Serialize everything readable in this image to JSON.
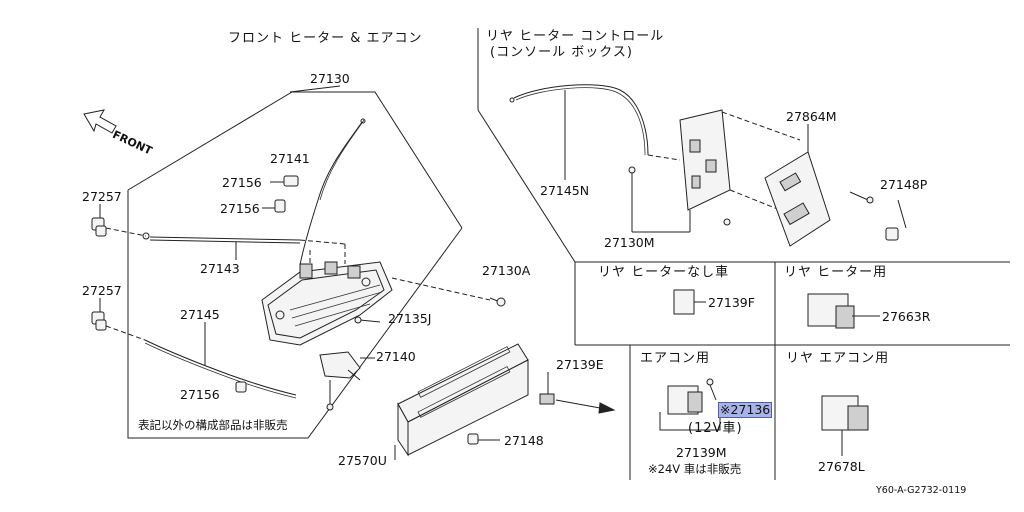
{
  "titles": {
    "front": "フロント ヒーター & エアコン",
    "rear_line1": "リヤ ヒーター コントロール",
    "rear_line2": "(コンソール ボックス)"
  },
  "front_label": "FRONT",
  "callouts": {
    "p27130": "27130",
    "p27141": "27141",
    "p27156a": "27156",
    "p27156b": "27156",
    "p27257a": "27257",
    "p27143": "27143",
    "p27257b": "27257",
    "p27145": "27145",
    "p27156c": "27156",
    "p27130A": "27130A",
    "p27135J": "27135J",
    "p27140": "27140",
    "p27139E": "27139E",
    "p27148a": "27148",
    "p27570U": "27570U",
    "p27145N": "27145N",
    "p27130M": "27130M",
    "p27864M": "27864M",
    "p27148b": "27148P",
    "p27139F": "27139F",
    "p27663R": "27663R",
    "p27136": "※27136",
    "p27139M": "27139M",
    "p27678L": "27678L"
  },
  "notes": {
    "not_sold": "表記以外の構成部品は非販売",
    "rear_heater_none": "リヤ ヒーターなし車",
    "rear_heater_for": "リヤ ヒーター用",
    "aircon_for": "エアコン用",
    "rear_aircon_for": "リヤ エアコン用",
    "v12": "(12V車)",
    "v24": "※24V 車は非販売"
  },
  "diagram_id": "Y60-A-G2732-0119",
  "colors": {
    "highlight": "#a9b4e6",
    "line": "#222222"
  }
}
